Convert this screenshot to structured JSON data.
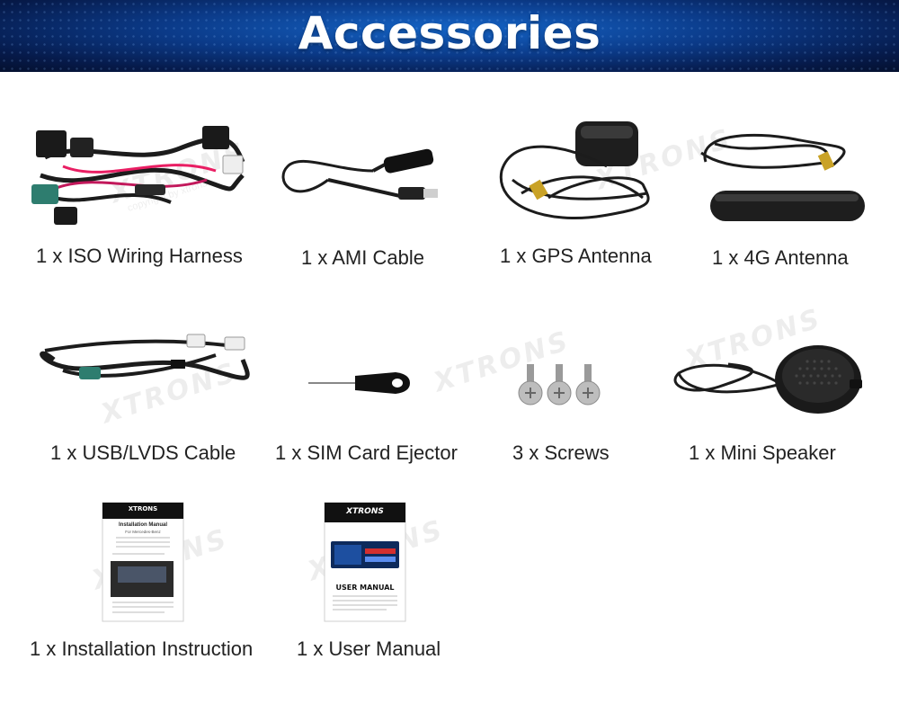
{
  "header": {
    "title": "Accessories"
  },
  "brand": {
    "name": "XTRONS",
    "watermark_sub": "copyright by xtrons"
  },
  "items": [
    {
      "caption": "1 x ISO Wiring Harness"
    },
    {
      "caption": "1 x AMI Cable"
    },
    {
      "caption": "1 x GPS Antenna"
    },
    {
      "caption": "1 x 4G Antenna"
    },
    {
      "caption": "1 x USB/LVDS Cable"
    },
    {
      "caption": "1 x SIM Card Ejector"
    },
    {
      "caption": "3 x Screws"
    },
    {
      "caption": "1 x Mini Speaker"
    },
    {
      "caption": "1 x Installation Instruction"
    },
    {
      "caption": "1 x User Manual"
    }
  ],
  "manuals": {
    "installation": {
      "heading": "Installation Manual",
      "model_line": "For Mercedes-Benz"
    },
    "user": {
      "heading": "USER MANUAL"
    }
  },
  "colors": {
    "banner": "#0b3a88",
    "cable": "#1c1c1c",
    "caption": "#222222"
  }
}
